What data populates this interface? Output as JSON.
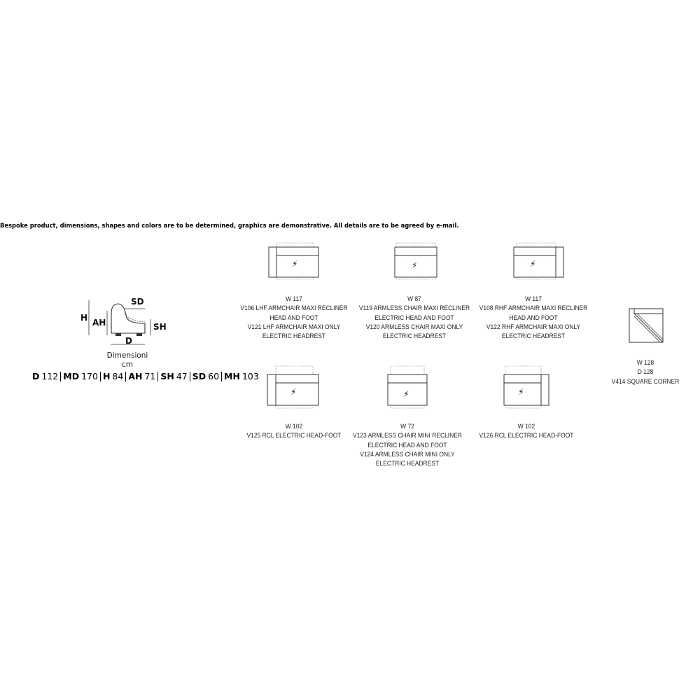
{
  "notice": "Bespoke product, dimensions, shapes and colors are to be determined, graphics are demonstrative. All details are to be agreed by e-mail.",
  "profile": {
    "labels": {
      "h": "H",
      "ah": "AH",
      "sd": "SD",
      "sh": "SH",
      "d": "D"
    },
    "title_line1": "Dimensioni",
    "title_line2": "cm"
  },
  "dimensions": [
    {
      "key": "D",
      "value": "112"
    },
    {
      "key": "MD",
      "value": "170"
    },
    {
      "key": "H",
      "value": "84"
    },
    {
      "key": "AH",
      "value": "71"
    },
    {
      "key": "SH",
      "value": "47"
    },
    {
      "key": "SD",
      "value": "60"
    },
    {
      "key": "MH",
      "value": "103"
    }
  ],
  "modules": [
    {
      "lines": [
        "W 117",
        "V106 LHF ARMCHAIR MAXI RECLINER",
        "HEAD AND FOOT",
        "V121 LHF ARMCHAIR MAXI ONLY",
        "ELECTRIC HEADREST"
      ]
    },
    {
      "lines": [
        "W 87",
        "V119 ARMLESS CHAIR MAXI RECLINER",
        "ELECTRIC HEAD AND FOOT",
        "V120 ARMLESS CHAIR MAXI ONLY",
        "ELECTRIC HEADREST"
      ]
    },
    {
      "lines": [
        "W 117",
        "V108 RHF ARMCHAIR MAXI RECLINER",
        "HEAD AND FOOT",
        "V122 RHF ARMCHAIR MAXI ONLY",
        "ELECTRIC HEADREST"
      ]
    },
    {
      "lines": [
        "W 128",
        "D 128",
        "V414 SQUARE CORNER"
      ]
    },
    {
      "lines": [
        "W 102",
        "V125 RCL ELECTRIC HEAD-FOOT"
      ]
    },
    {
      "lines": [
        "W 72",
        "V123 ARMLESS CHAIR MINI RECLINER",
        "ELECTRIC HEAD AND FOOT",
        "V124 ARMLESS CHAIR MINI ONLY",
        "ELECTRIC HEADREST"
      ]
    },
    {
      "lines": [
        "W 102",
        "V126 RCL ELECTRIC HEAD-FOOT"
      ]
    }
  ],
  "icons": {
    "electric": "lightning-bolt-icon"
  },
  "colors": {
    "ink": "#333333",
    "text": "#222222",
    "background": "#ffffff"
  }
}
